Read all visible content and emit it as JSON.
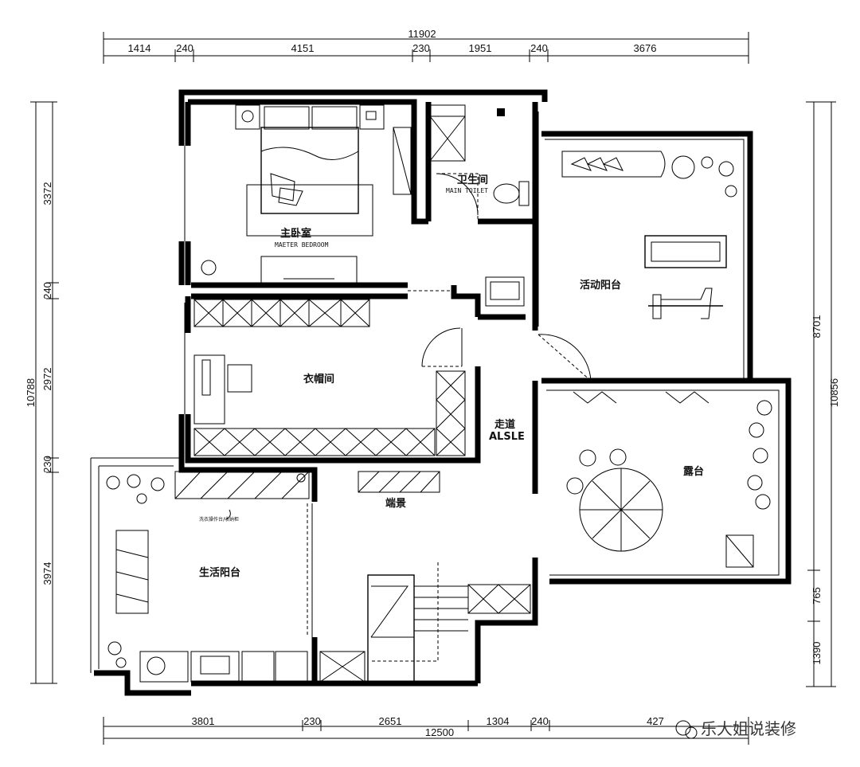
{
  "dimensions": {
    "top_total": "11902",
    "top": [
      "1414",
      "240",
      "4151",
      "230",
      "1951",
      "240",
      "3676"
    ],
    "bottom_total": "12500",
    "bottom": [
      "3801",
      "230",
      "2651",
      "1304",
      "240",
      "427"
    ],
    "left_total": "10788",
    "left": [
      "3372",
      "240",
      "2972",
      "230",
      "3974"
    ],
    "right_total": "10856",
    "right": [
      "8701",
      "765",
      "1390"
    ]
  },
  "rooms": {
    "master_bedroom": {
      "cn": "主卧室",
      "en": "MAETER BEDROOM"
    },
    "bathroom": {
      "cn": "卫生间",
      "en": "MAIN TOILET"
    },
    "closet": {
      "cn": "衣帽间"
    },
    "aisle": {
      "cn": "走道",
      "en": "ALSLE"
    },
    "activity_balcony": {
      "cn": "活动阳台"
    },
    "terrace": {
      "cn": "露台"
    },
    "living_balcony": {
      "cn": "生活阳台"
    },
    "feature_wall": {
      "cn": "端景"
    },
    "laundry_note": {
      "cn": "洗衣操作台/收纳柜"
    }
  },
  "watermark": {
    "text": "乐大姐说装修"
  }
}
